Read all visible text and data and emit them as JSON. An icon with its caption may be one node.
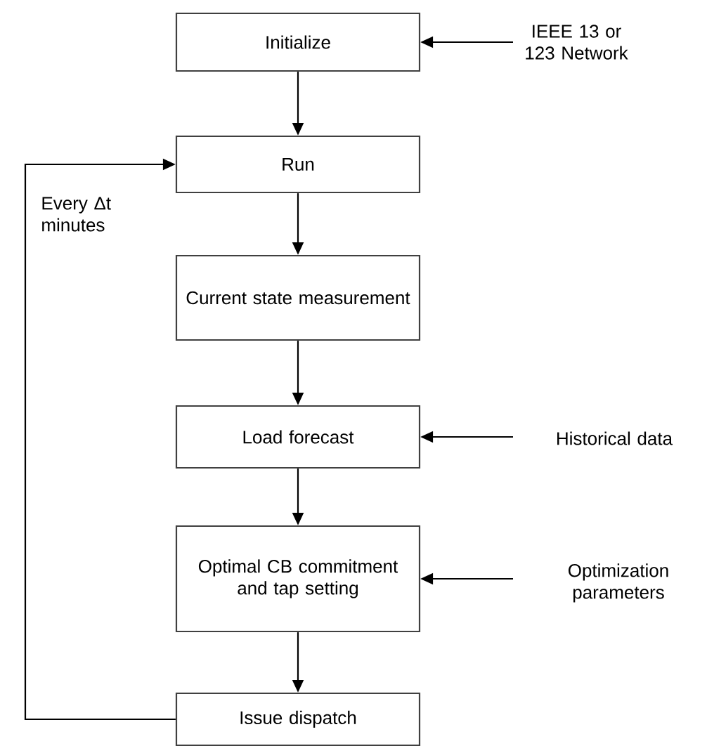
{
  "diagram": {
    "nodes": [
      {
        "text": [
          "Initialize"
        ]
      },
      {
        "text": [
          "Run"
        ]
      },
      {
        "text": [
          "Current state measurement"
        ]
      },
      {
        "text": [
          "Load forecast"
        ]
      },
      {
        "text": [
          "Optimal CB commitment and tap setting"
        ]
      },
      {
        "text": [
          "Issue dispatch"
        ]
      },
      {
        "text": [
          "IEEE 13 or 123 Network"
        ]
      },
      {
        "text": [
          "Historical data"
        ]
      },
      {
        "text": [
          "Optimization parameters"
        ]
      }
    ],
    "edges": [
      {
        "from": 0,
        "to": 1,
        "arrow": "to"
      },
      {
        "from": 1,
        "to": 2,
        "arrow": "to"
      },
      {
        "from": 2,
        "to": 3,
        "arrow": "to"
      },
      {
        "from": 3,
        "to": 4,
        "arrow": "to"
      },
      {
        "from": 4,
        "to": 5,
        "arrow": "to"
      },
      {
        "from": 5,
        "to": 1,
        "arrow": "to",
        "label": "Every Δt minutes"
      },
      {
        "from": 6,
        "to": 0,
        "arrow": "to"
      },
      {
        "from": 7,
        "to": 3,
        "arrow": "to"
      },
      {
        "from": 8,
        "to": 4,
        "arrow": "to"
      }
    ]
  }
}
